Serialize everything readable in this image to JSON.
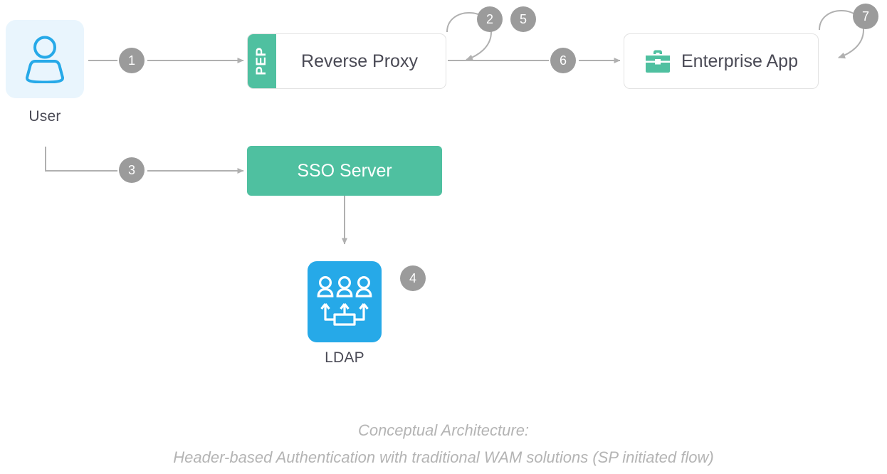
{
  "diagram": {
    "nodes": {
      "user": {
        "label": "User",
        "icon": "user-person-icon",
        "tile_color": "#e9f5fd",
        "icon_color": "#26a9e8"
      },
      "reverse_proxy": {
        "label": "Reverse Proxy",
        "strip_label": "PEP",
        "strip_color": "#4fc0a0",
        "box_color": "#ffffff"
      },
      "enterprise_app": {
        "label": "Enterprise App",
        "icon": "briefcase-icon",
        "icon_color": "#4fc0a0",
        "box_color": "#ffffff"
      },
      "sso_server": {
        "label": "SSO Server",
        "box_color": "#4fc0a0",
        "text_color": "#ffffff"
      },
      "ldap": {
        "label": "LDAP",
        "icon": "ldap-directory-users-icon",
        "tile_color": "#26a9e8",
        "icon_color": "#ffffff"
      }
    },
    "steps": [
      {
        "number": "1",
        "from": "user",
        "to": "reverse_proxy"
      },
      {
        "number": "2",
        "from": "reverse_proxy",
        "to": "reverse_proxy"
      },
      {
        "number": "3",
        "from": "user",
        "to": "sso_server"
      },
      {
        "number": "4",
        "from": "sso_server",
        "to": "ldap"
      },
      {
        "number": "5",
        "from": "reverse_proxy",
        "to": "reverse_proxy"
      },
      {
        "number": "6",
        "from": "reverse_proxy",
        "to": "enterprise_app"
      },
      {
        "number": "7",
        "from": "enterprise_app",
        "to": "enterprise_app"
      }
    ],
    "badge_color": "#9b9b9b",
    "connector_color": "#b0b0b0",
    "caption": {
      "line1": "Conceptual Architecture:",
      "line2": "Header-based Authentication with traditional WAM solutions (SP initiated flow)",
      "color": "#b4b4b4"
    }
  }
}
